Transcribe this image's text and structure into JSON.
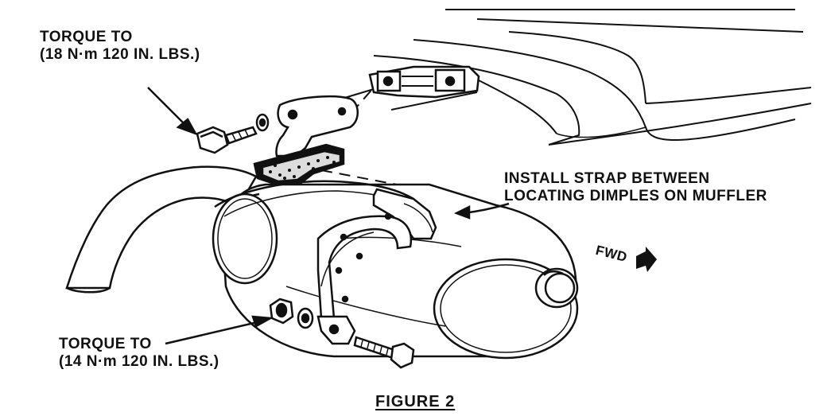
{
  "callouts": {
    "upper_torque": {
      "line1": "TORQUE TO",
      "line2": "(18 N·m 120 IN. LBS.)"
    },
    "lower_torque": {
      "line1": "TORQUE TO",
      "line2": "(14 N·m 120 IN. LBS.)"
    },
    "strap_note": {
      "line1": "INSTALL STRAP BETWEEN",
      "line2": "LOCATING DIMPLES ON MUFFLER"
    },
    "direction": "FWD"
  },
  "figure_caption": "FIGURE 2"
}
